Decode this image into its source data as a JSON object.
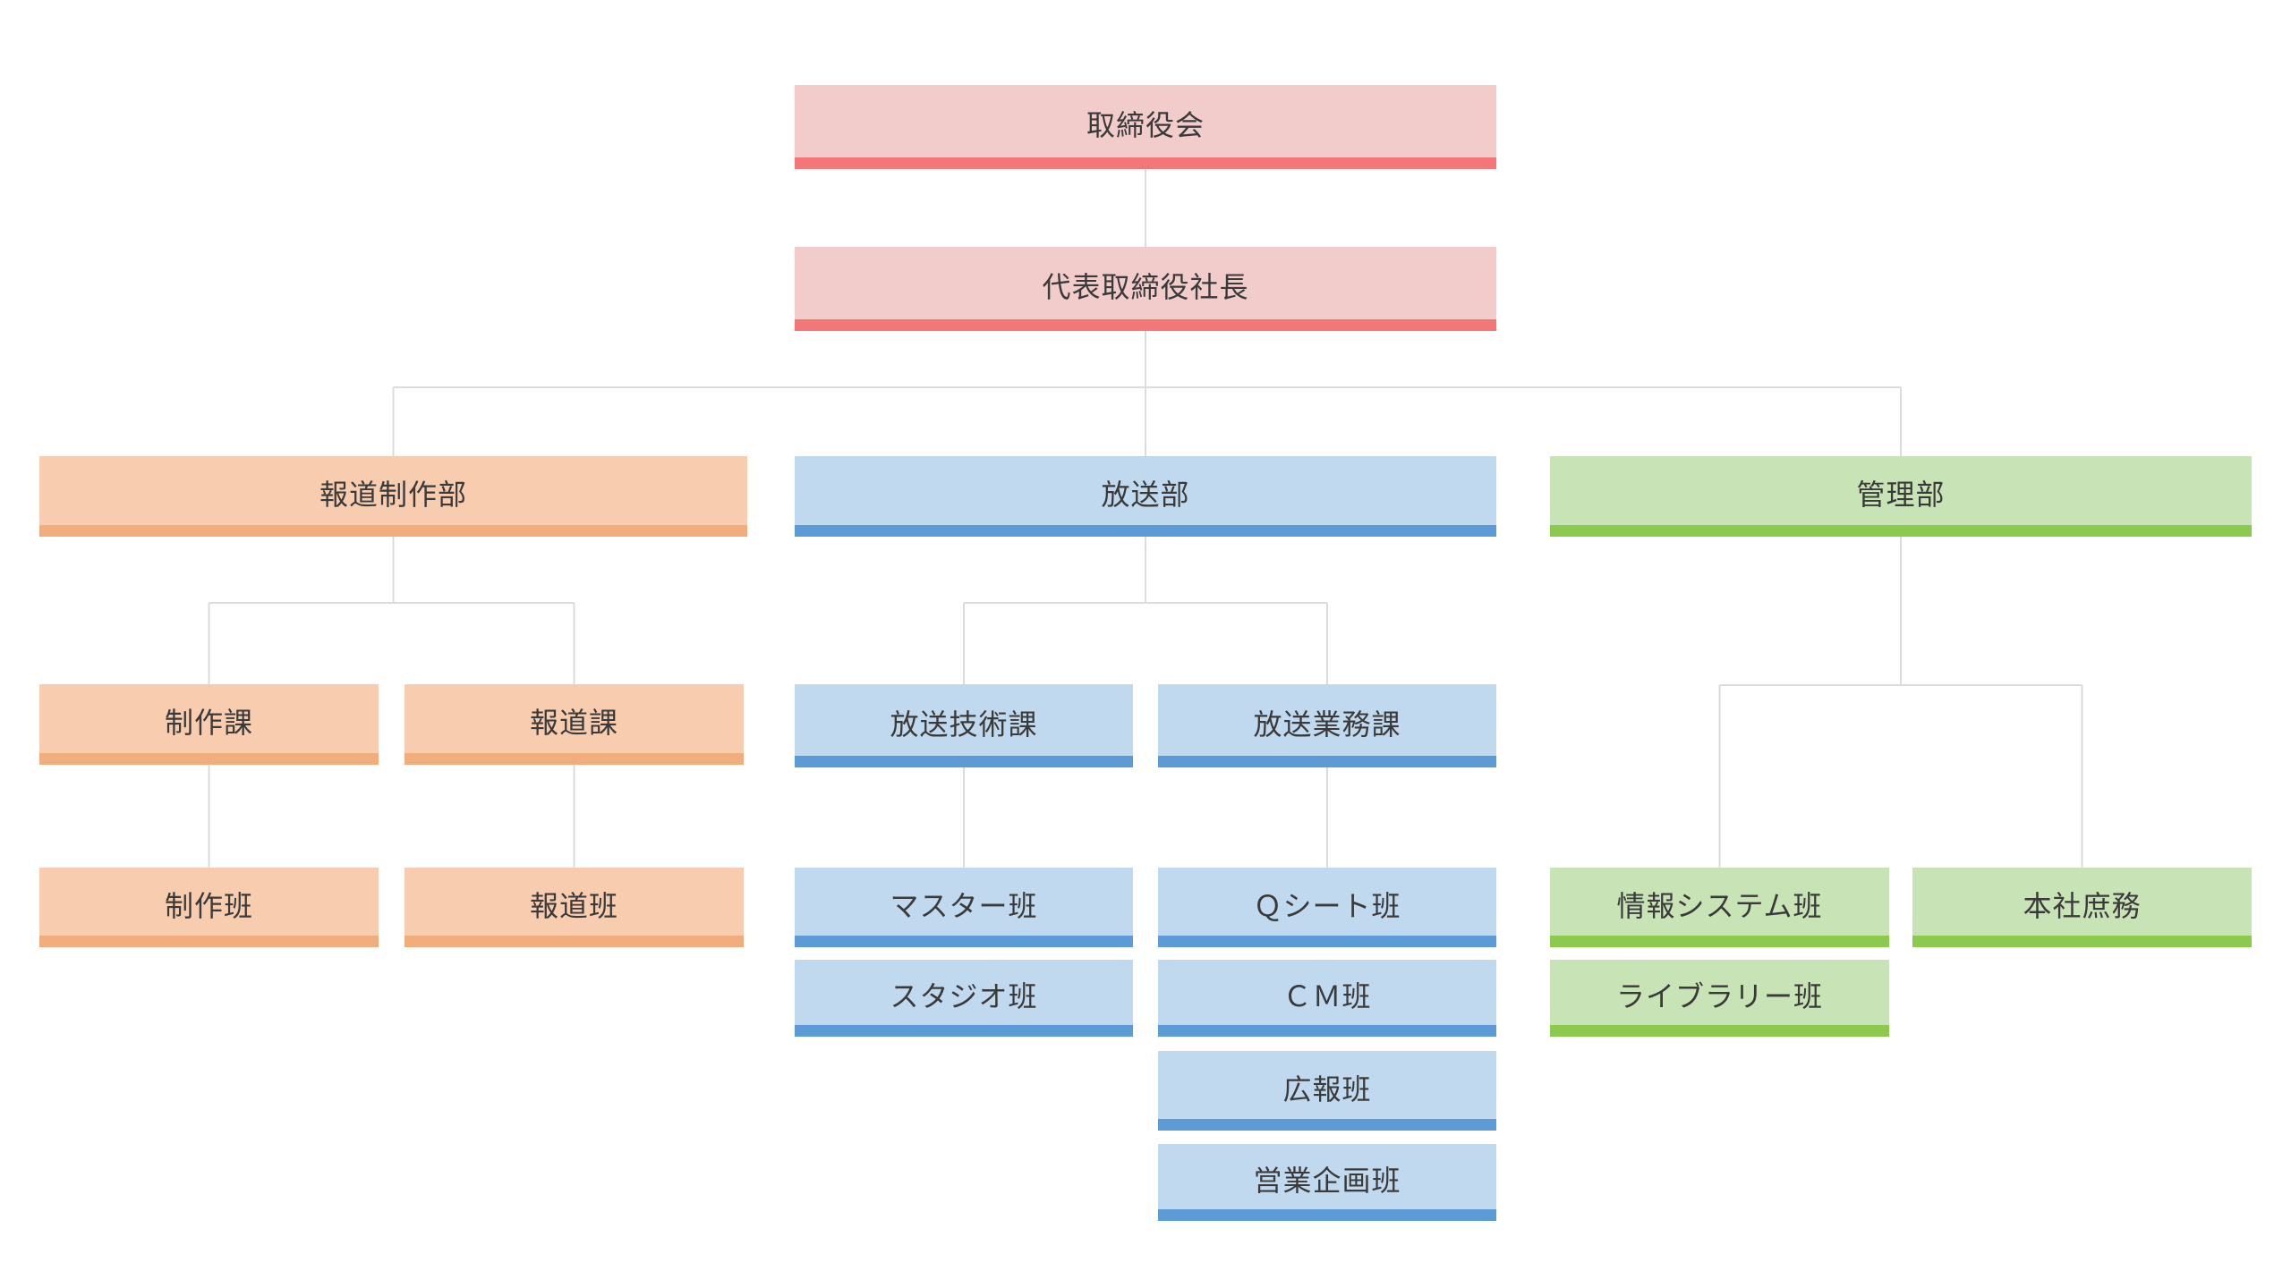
{
  "palette": {
    "red": {
      "fill": "#f2cbcb",
      "bar": "#f47778"
    },
    "orange": {
      "fill": "#f8ccae",
      "bar": "#f2ad7f"
    },
    "blue": {
      "fill": "#c1d9ef",
      "bar": "#5d9bd6"
    },
    "green": {
      "fill": "#c8e3b5",
      "bar": "#8cca4f"
    },
    "line": "#dcdcdc"
  },
  "nodes": {
    "board": {
      "label": "取締役会",
      "color": "red"
    },
    "president": {
      "label": "代表取締役社長",
      "color": "red"
    },
    "news_production": {
      "label": "報道制作部",
      "color": "orange"
    },
    "broadcasting": {
      "label": "放送部",
      "color": "blue"
    },
    "management": {
      "label": "管理部",
      "color": "green"
    },
    "production_section": {
      "label": "制作課",
      "color": "orange"
    },
    "news_section": {
      "label": "報道課",
      "color": "orange"
    },
    "production_team": {
      "label": "制作班",
      "color": "orange"
    },
    "news_team": {
      "label": "報道班",
      "color": "orange"
    },
    "tech_section": {
      "label": "放送技術課",
      "color": "blue"
    },
    "ops_section": {
      "label": "放送業務課",
      "color": "blue"
    },
    "master_team": {
      "label": "マスター班",
      "color": "blue"
    },
    "studio_team": {
      "label": "スタジオ班",
      "color": "blue"
    },
    "qsheet_team": {
      "label": "Ｑシート班",
      "color": "blue"
    },
    "cm_team": {
      "label": "ＣＭ班",
      "color": "blue"
    },
    "pr_team": {
      "label": "広報班",
      "color": "blue"
    },
    "sales_team": {
      "label": "営業企画班",
      "color": "blue"
    },
    "infosys_team": {
      "label": "情報システム班",
      "color": "green"
    },
    "general_affairs": {
      "label": "本社庶務",
      "color": "green"
    },
    "library_team": {
      "label": "ライブラリー班",
      "color": "green"
    }
  },
  "edges": [
    [
      "board",
      "president"
    ],
    [
      "president",
      "news_production"
    ],
    [
      "president",
      "broadcasting"
    ],
    [
      "president",
      "management"
    ],
    [
      "news_production",
      "production_section"
    ],
    [
      "news_production",
      "news_section"
    ],
    [
      "production_section",
      "production_team"
    ],
    [
      "news_section",
      "news_team"
    ],
    [
      "broadcasting",
      "tech_section"
    ],
    [
      "broadcasting",
      "ops_section"
    ],
    [
      "tech_section",
      "master_team"
    ],
    [
      "ops_section",
      "qsheet_team"
    ],
    [
      "management",
      "infosys_team"
    ],
    [
      "management",
      "general_affairs"
    ]
  ]
}
